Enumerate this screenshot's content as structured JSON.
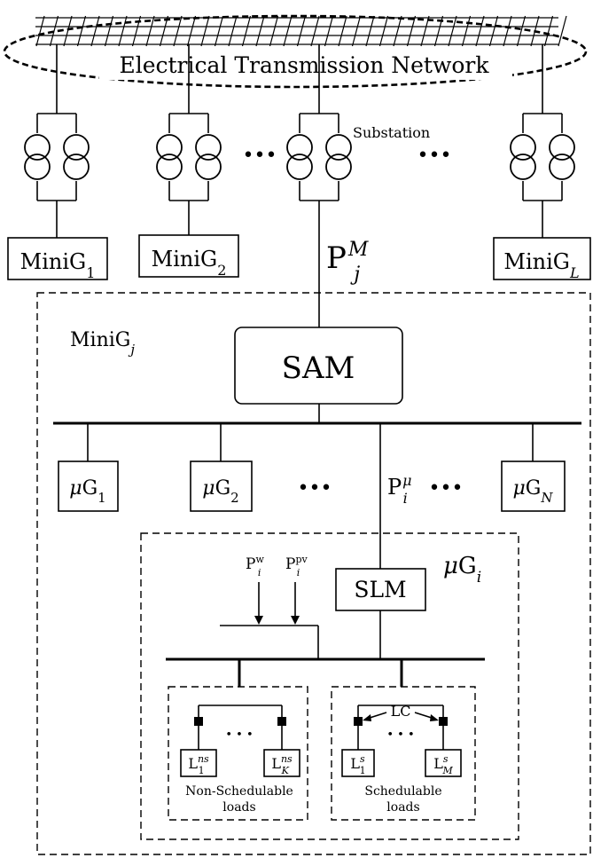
{
  "network": {
    "label": "Electrical Transmission Network"
  },
  "substation": {
    "label": "Substation"
  },
  "minigrids": [
    {
      "base": "MiniG",
      "sub": "1"
    },
    {
      "base": "MiniG",
      "sub": "2"
    },
    {
      "base": "MiniG",
      "sub": "L"
    }
  ],
  "flow_minigrid": {
    "base": "P",
    "sup": "M",
    "sub": "j"
  },
  "minigrid_j": {
    "base": "MiniG",
    "sub": "j"
  },
  "sam": {
    "label": "SAM"
  },
  "microgrids": [
    {
      "prefix": "μ",
      "base": "G",
      "sub": "1"
    },
    {
      "prefix": "μ",
      "base": "G",
      "sub": "2"
    },
    {
      "prefix": "μ",
      "base": "G",
      "sub": "N"
    }
  ],
  "flow_microgrid": {
    "base": "P",
    "sup": "μ",
    "sub": "i"
  },
  "microgrid_i": {
    "prefix": "μ",
    "base": "G",
    "sub": "i"
  },
  "slm": {
    "label": "SLM"
  },
  "wind_input": {
    "base": "P",
    "sup": "w",
    "sub": "i"
  },
  "pv_input": {
    "base": "P",
    "sup": "pv",
    "sub": "i"
  },
  "lc": {
    "label": "LC"
  },
  "nonsched_loads": [
    {
      "base": "L",
      "sup": "ns",
      "sub": "1"
    },
    {
      "base": "L",
      "sup": "ns",
      "sub": "K"
    }
  ],
  "sched_loads": [
    {
      "base": "L",
      "sup": "s",
      "sub": "1"
    },
    {
      "base": "L",
      "sup": "s",
      "sub": "M"
    }
  ],
  "nonsched_group": {
    "line1": "Non-Schedulable",
    "line2": "loads"
  },
  "sched_group": {
    "line1": "Schedulable",
    "line2": "loads"
  },
  "ellipsis": "•••",
  "ellipsis_small": "• • •"
}
